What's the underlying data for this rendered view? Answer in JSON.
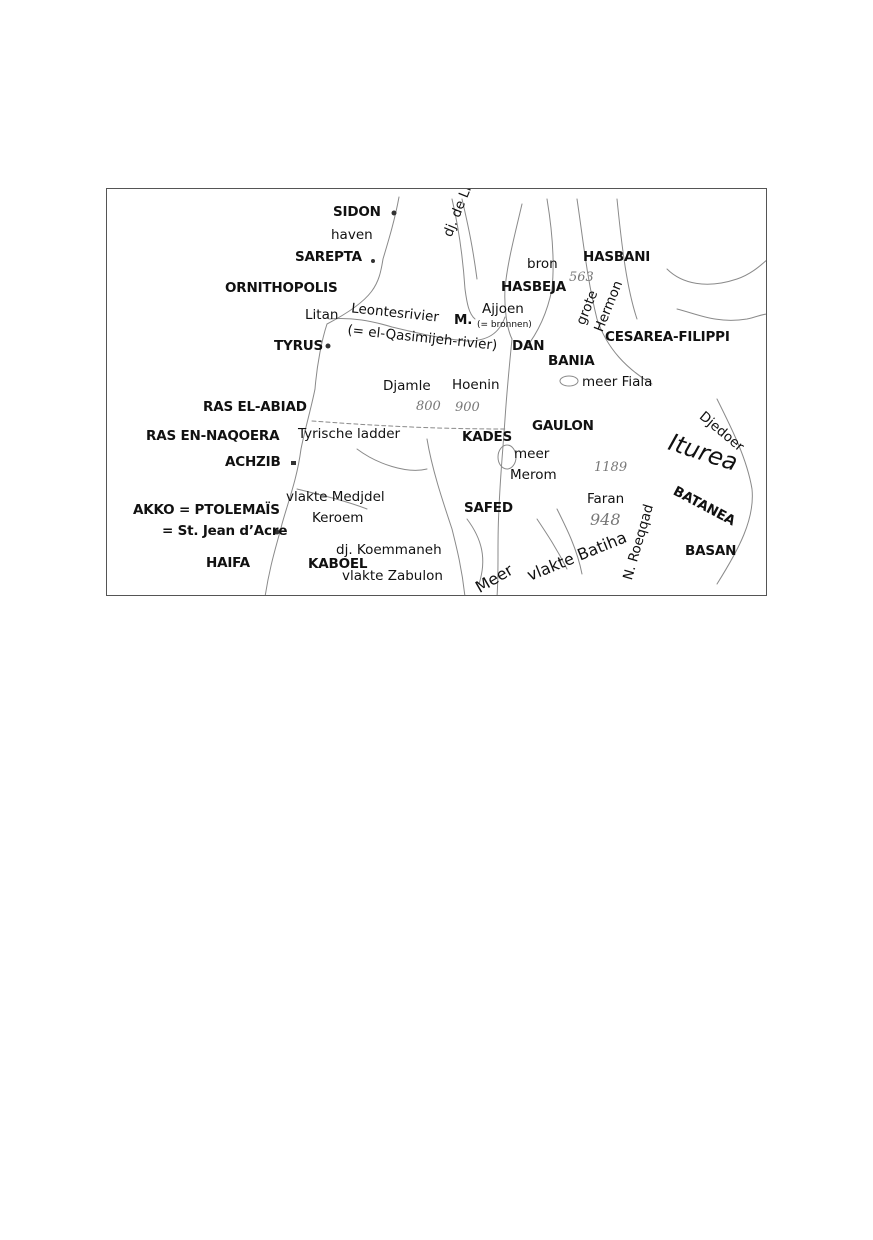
{
  "map": {
    "labels": {
      "sidon": "SIDON",
      "haven": "haven",
      "sarepta": "SAREPTA",
      "ornithopolis": "ORNITHOPOLIS",
      "litan": "Litan",
      "leontesrivier": "Leontesrivier",
      "qasimijeh": "(= el-Qasimijeh-rivier)",
      "tyrus": "TYRUS",
      "ras_el_abiad": "RAS EL-ABIAD",
      "ras_en_naqoera": "RAS EN-NAQOERA",
      "tyrische_ladder": "Tyrische ladder",
      "achzib": "ACHZIB",
      "akko": "AKKO = PTOLEMAÏS",
      "st_jean": "= St. Jean d’Acre",
      "haifa": "HAIFA",
      "vlakte_medjdel": "vlakte Medjdel",
      "keroem": "Keroem",
      "dj_koemmaneh": "dj. Koemmaneh",
      "kaboel": "KABOEL",
      "vlakte_zabulon": "vlakte Zabulon",
      "dj_libanon": "dj. de Libanon",
      "bron": "bron",
      "hasbani": "HASBANI",
      "hasbeja": "HASBEJA",
      "ajjoen": "Ajjoen",
      "m": "M.",
      "bronnen": "(= bronnen)",
      "grote": "grote",
      "hermon": "Hermon",
      "cesarea": "CESAREA-FILIPPI",
      "dan": "DAN",
      "bania": "BANIA",
      "meer_fiala": "meer Fiala",
      "djamle": "Djamle",
      "hoenin": "Hoenin",
      "kades": "KADES",
      "gaulon": "GAULON",
      "meer": "meer",
      "merom": "Merom",
      "safed": "SAFED",
      "faran": "Faran",
      "meer2": "Meer",
      "vlakte_batiha": "vlakte Batiha",
      "n_roeqqad": "N. Roeqqad",
      "djedoer": "Djedoer",
      "iturea": "Iturea",
      "batanea": "BATANEA",
      "basan": "BASAN"
    },
    "elevations": {
      "e563": "563",
      "e800": "800",
      "e900": "900",
      "e1189": "1189",
      "e948": "948"
    }
  }
}
